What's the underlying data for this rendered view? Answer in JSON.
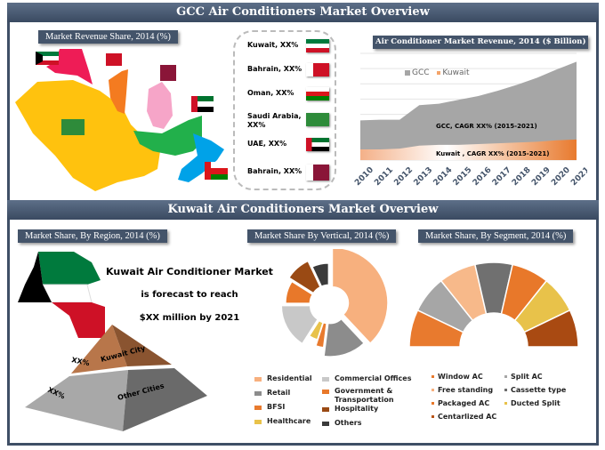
{
  "gcc_header": "GCC Air Conditioners Market Overview",
  "kuwait_header": "Kuwait Air Conditioners Market Overview",
  "revenue_share_label": "Market Revenue Share, 2014 (%)",
  "country_list": [
    {
      "label": "Kuwait, XX%",
      "flag": "kuwait-flag"
    },
    {
      "label": "Bahrain, XX%",
      "flag": "bahrain-flag"
    },
    {
      "label": "Oman, XX%",
      "flag": "oman-flag"
    },
    {
      "label": "Saudi Arabia, XX%",
      "flag": "saudi-flag"
    },
    {
      "label": "UAE, XX%",
      "flag": "uae-flag"
    },
    {
      "label": "Bahrain, XX%",
      "flag": "qatar-flag"
    }
  ],
  "chart_data": {
    "type": "area",
    "title": "Air Conditioner  Market Revenue, 2014 ($ Billion)",
    "x": [
      "2010",
      "2011",
      "2012",
      "2013",
      "2014",
      "2015",
      "2016",
      "2017",
      "2018",
      "2019",
      "2020",
      "2021"
    ],
    "series": [
      {
        "name": "GCC",
        "color": "#a6a6a6",
        "values": [
          2.6,
          2.65,
          2.65,
          3.6,
          3.7,
          3.95,
          4.2,
          4.55,
          4.95,
          5.4,
          5.95,
          6.45
        ]
      },
      {
        "name": "Kuwait",
        "color": "#e87a2e",
        "values": [
          0.7,
          0.7,
          0.75,
          0.95,
          1.0,
          1.0,
          1.05,
          1.1,
          1.15,
          1.2,
          1.3,
          1.35
        ]
      }
    ],
    "ylim": [
      0,
      7
    ],
    "annotations": [
      "GCC, CAGR XX% (2015-2021)",
      "Kuwait , CAGR XX% (2015-2021)"
    ],
    "legend": "top-left"
  },
  "region_label": "Market Share, By Region, 2014 (%)",
  "vertical_label": "Market Share By Vertical, 2014 (%)",
  "segment_label": "Market Share, By Segment, 2014 (%)",
  "forecast": {
    "line1": "Kuwait Air Conditioner Market",
    "line2": "is forecast to reach",
    "line3": "$XX million by 2021"
  },
  "pyramid": {
    "top_value": "XX%",
    "top_label": "Kuwait City",
    "bottom_value": "XX%",
    "bottom_label": "Other Cities"
  },
  "vertical": [
    {
      "name": "Residential",
      "value": 38,
      "color": "#f7b07e"
    },
    {
      "name": "Retail",
      "value": 14,
      "color": "#8c8c8c"
    },
    {
      "name": "BFSI",
      "value": 3,
      "color": "#e87a2e"
    },
    {
      "name": "Healthcare",
      "value": 4,
      "color": "#e8c24a"
    },
    {
      "name": "Commercial Offices",
      "value": 16,
      "color": "#c8c8c8"
    },
    {
      "name": "Government & Transportation",
      "value": 9,
      "color": "#e8782a"
    },
    {
      "name": "Hospitality",
      "value": 9,
      "color": "#9a4a14"
    },
    {
      "name": "Others",
      "value": 7,
      "color": "#3a3a3a"
    }
  ],
  "segments": [
    {
      "name": "Window AC",
      "color": "#e87a2e"
    },
    {
      "name": "Free standing",
      "color": "#f7b07e"
    },
    {
      "name": "Packaged AC",
      "color": "#e8782a"
    },
    {
      "name": "Centarlized AC",
      "color": "#b85418"
    },
    {
      "name": "Split AC",
      "color": "#a6a6a6"
    },
    {
      "name": "Cassette type",
      "color": "#6e6e6e"
    },
    {
      "name": "Ducted Split",
      "color": "#e8c24a"
    }
  ],
  "segment_arc_colors": [
    "#e87a2e",
    "#a6a6a6",
    "#f7b98a",
    "#707070",
    "#e8782a",
    "#e8c24a",
    "#a94a12"
  ]
}
